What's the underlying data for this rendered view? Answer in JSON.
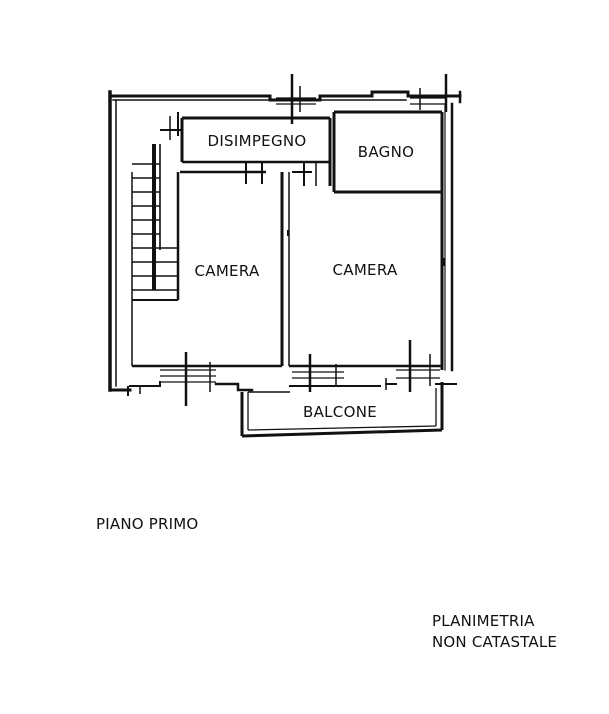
{
  "rooms": {
    "disimpegno": "DISIMPEGNO",
    "bagno": "BAGNO",
    "camera_left": "CAMERA",
    "camera_right": "CAMERA",
    "balcone": "BALCONE"
  },
  "captions": {
    "floor": "PIANO PRIMO",
    "plan_line1": "PLANIMETRIA",
    "plan_line2": "NON CATASTALE"
  },
  "colors": {
    "ink": "#111111",
    "background": "#ffffff"
  }
}
